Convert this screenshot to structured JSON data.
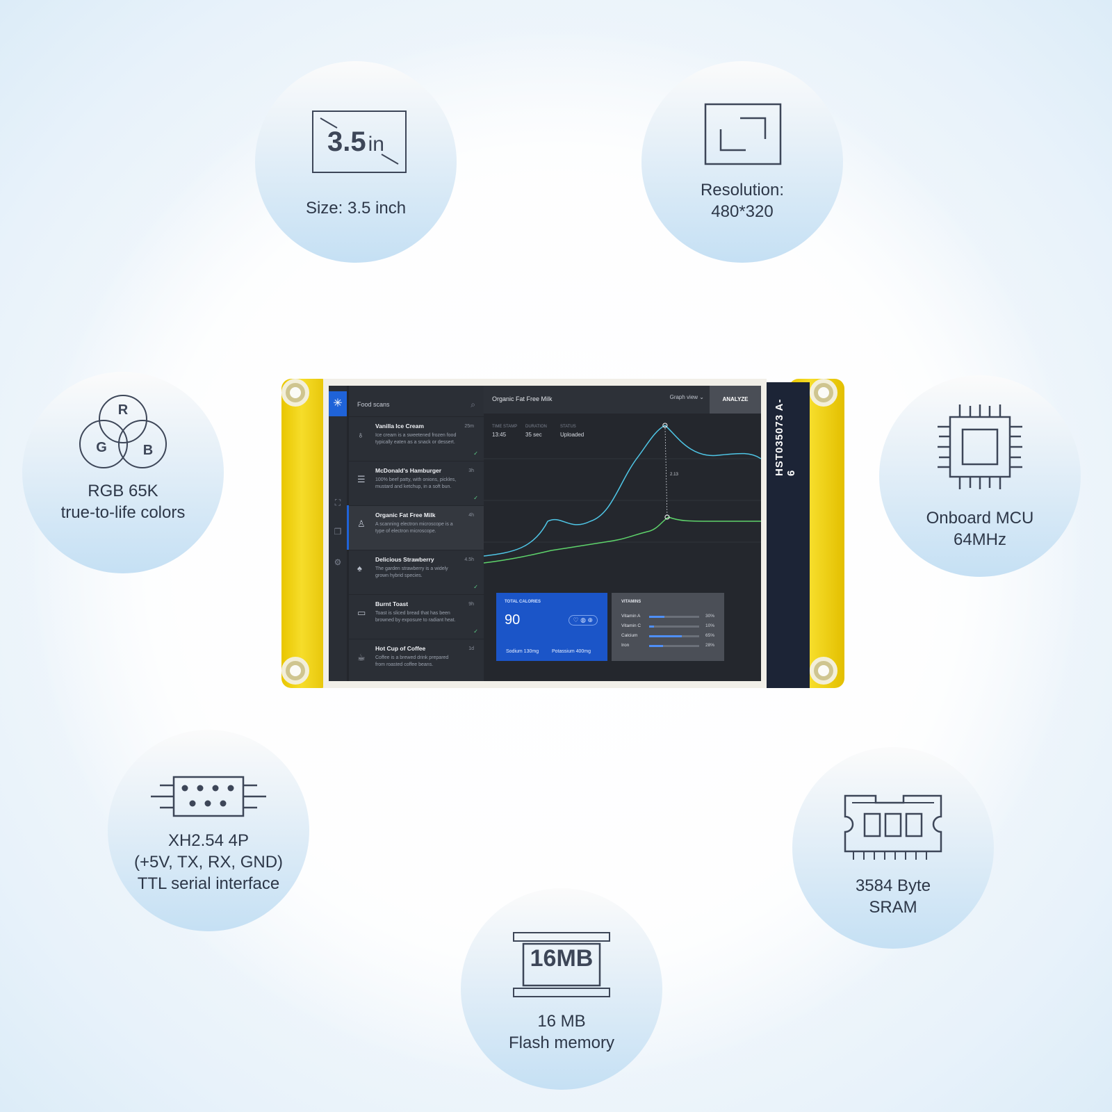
{
  "features": {
    "size": {
      "badge_number": "3.5",
      "badge_unit": "in",
      "label": "Size: 3.5 inch"
    },
    "resolution": {
      "label": "Resolution:\n480*320"
    },
    "rgb": {
      "r": "R",
      "g": "G",
      "b": "B",
      "label": "RGB 65K\ntrue-to-life colors"
    },
    "mcu": {
      "label": "Onboard MCU\n64MHz"
    },
    "interface": {
      "label": "XH2.54 4P\n(+5V, TX, RX, GND)\nTTL serial interface"
    },
    "sram": {
      "label": "3584 Byte\nSRAM"
    },
    "flash": {
      "badge": "16MB",
      "label": "16 MB\nFlash memory"
    }
  },
  "device": {
    "model": "HST035073 A-6",
    "app": {
      "list_title": "Food scans",
      "items": [
        {
          "title": "Vanilla Ice Cream",
          "desc": "Ice cream is a sweetened frozen food typically eaten as a snack or dessert.",
          "time": "25m",
          "icon": "ice-cream-icon"
        },
        {
          "title": "McDonald's Hamburger",
          "desc": "100% beef patty, with onions, pickles, mustard and ketchup, in a soft bun.",
          "time": "3h",
          "icon": "burger-icon"
        },
        {
          "title": "Organic Fat Free Milk",
          "desc": "A scanning electron microscope is a type of electron microscope.",
          "time": "4h",
          "icon": "milk-icon"
        },
        {
          "title": "Delicious Strawberry",
          "desc": "The garden strawberry is a widely grown hybrid species.",
          "time": "4.5h",
          "icon": "strawberry-icon"
        },
        {
          "title": "Burnt Toast",
          "desc": "Toast is sliced bread that has been browned by exposure to radiant heat.",
          "time": "9h",
          "icon": "toast-icon"
        },
        {
          "title": "Hot Cup of Coffee",
          "desc": "Coffee is a brewed drink prepared from roasted coffee beans.",
          "time": "1d",
          "icon": "coffee-icon"
        }
      ],
      "detail": {
        "title": "Organic Fat Free Milk",
        "view_select": "Graph view",
        "analyze_label": "ANALYZE",
        "meta": [
          {
            "label": "TIME STAMP",
            "value": "13:45"
          },
          {
            "label": "DURATION",
            "value": "35 sec"
          },
          {
            "label": "STATUS",
            "value": "Uploaded"
          }
        ],
        "callout": "2.13",
        "calories": {
          "label": "TOTAL CALORIES",
          "value": "90",
          "sodium": "Sodium  130mg",
          "potassium": "Potassium  400mg"
        },
        "vitamins": {
          "label": "VITAMINS",
          "rows": [
            {
              "name": "Vitamin A",
              "pct": "30%",
              "level": 0.3
            },
            {
              "name": "Vitamin C",
              "pct": "10%",
              "level": 0.1
            },
            {
              "name": "Calcium",
              "pct": "65%",
              "level": 0.65
            },
            {
              "name": "Iron",
              "pct": "28%",
              "level": 0.28
            }
          ]
        }
      }
    }
  }
}
